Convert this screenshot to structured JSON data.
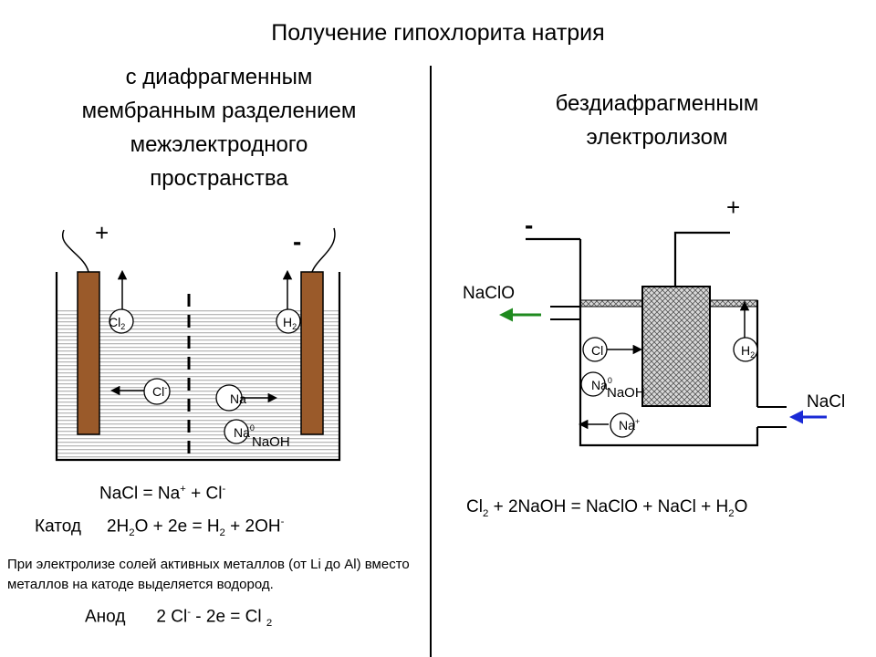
{
  "title": "Получение гипохлорита натрия",
  "left_heading": [
    "с диафрагменным",
    "мембранным разделением",
    "межэлектродного",
    "пространства"
  ],
  "right_heading": [
    "бездиафрагменным",
    "электролизом"
  ],
  "left_cell": {
    "plus": "+",
    "minus": "-",
    "ion_cl2": "Cl",
    "ion_cl2_sub": "2",
    "ion_h2": "H",
    "ion_h2_sub": "2",
    "ion_cl": "Cl",
    "ion_cl_sup": "-",
    "ion_na": "Na",
    "ion_na0": "Na",
    "ion_na0_sup": "0",
    "naoh": "NaOH"
  },
  "right_cell": {
    "minus": "-",
    "plus": "+",
    "naclo": "NaClO",
    "nacl": "NaCl",
    "ion_cl": "Cl",
    "ion_h2": "H",
    "ion_h2_sub": "2",
    "ion_na0": "Na",
    "ion_na0_sup": "0",
    "naoh": "NaOH",
    "ion_na_plus": "Na",
    "ion_na_plus_sup": "+"
  },
  "colors": {
    "electrode": "#9a5a2a",
    "electrolyte_stripe": "#b0b0b0",
    "green_arrow": "#1f8a1f",
    "blue_arrow": "#1a2ad6"
  },
  "equations": {
    "dissociation": {
      "lhs": "NaCl = Na",
      "na_sup": "+",
      "plus": " + Cl",
      "cl_sup": "-"
    },
    "cathode": {
      "label": "Катод",
      "eq1": "2H",
      "eq1_sub": "2",
      "eq2": "O + 2e = H",
      "eq2_sub": "2",
      "eq3": " + 2OH",
      "eq3_sup": "-"
    },
    "note": "При электролизе солей активных металлов (от Li до Al) вместо металлов на катоде выделяется водород.",
    "anode": {
      "label": "Анод",
      "eq1": "2 Cl",
      "eq1_sup": "-",
      "eq2": " - 2e = Cl ",
      "eq2_sub": "2"
    },
    "hypochlorite": {
      "a": "Cl",
      "a_sub": "2",
      "b": " + 2NaOH = NaClO + NaCl +  H",
      "b_sub": "2",
      "c": "O"
    }
  }
}
